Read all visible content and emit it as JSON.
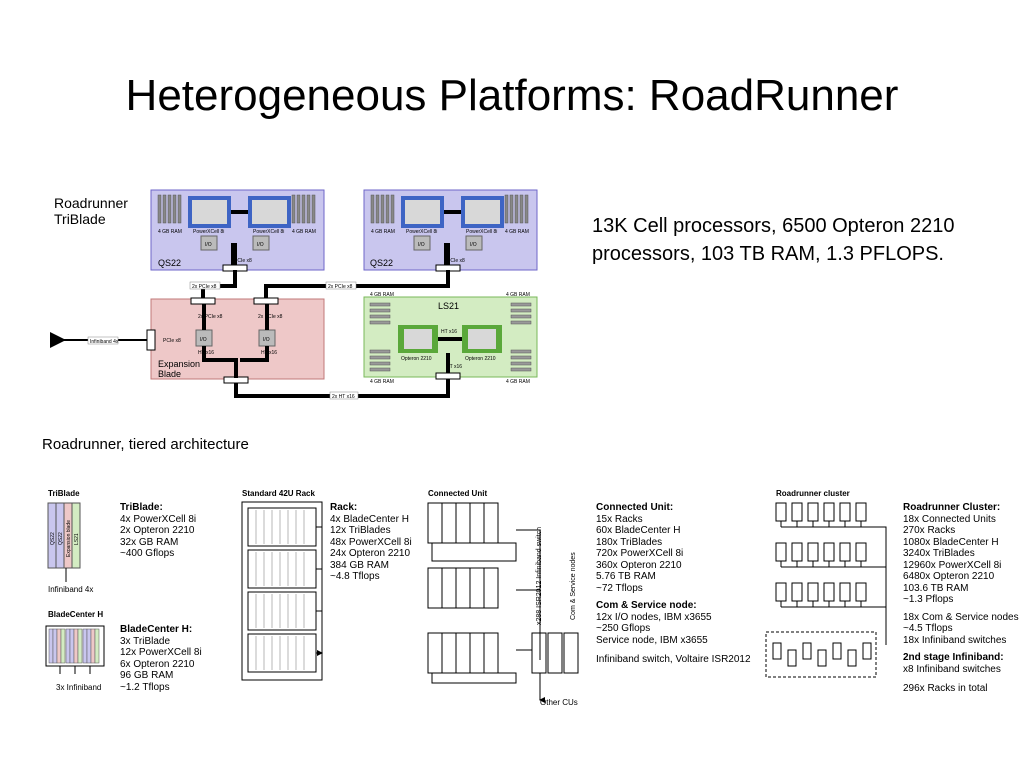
{
  "slide": {
    "title": "Heterogeneous Platforms: RoadRunner",
    "summary": "13K Cell processors, 6500 Opteron 2210 processors, 103 TB RAM, 1.3 PFLOPS."
  },
  "triblade_diagram": {
    "title_line1": "Roadrunner",
    "title_line2": "TriBlade",
    "qs22_label": "QS22",
    "ls21_label": "LS21",
    "expansion_line1": "Expansion",
    "expansion_line2": "Blade",
    "ram_4gb": "4 GB RAM",
    "powerxcell": "PowerXCell 8i",
    "io": "I/O",
    "pcie_x8": "PCIe x8",
    "pcie_2x_x8": "2x PCIe x8",
    "ht_x16": "HT x16",
    "ht_2x_x16": "2x HT x16",
    "opteron": "Opteron 2210",
    "infiniband_4x": "Infiniband 4x"
  },
  "tiered": {
    "caption": "Roadrunner, tiered architecture",
    "triblade_icon": {
      "label": "TriBlade",
      "slot_labels": [
        "QS22",
        "QS22",
        "Expansion blade",
        "LS21"
      ],
      "footer": "Infiniband 4x"
    },
    "triblade_spec": {
      "heading": "TriBlade:",
      "lines": [
        "4x PowerXCell 8i",
        "2x Opteron 2210",
        "32x GB RAM",
        "~400 Gflops"
      ]
    },
    "bladecenter_icon": {
      "label": "BladeCenter H",
      "footer": "3x Infiniband"
    },
    "bladecenter_spec": {
      "heading": "BladeCenter H:",
      "lines": [
        "3x TriBlade",
        "12x PowerXCell 8i",
        "6x Opteron 2210",
        "96 GB RAM",
        "~1.2 Tflops"
      ]
    },
    "rack_icon": {
      "label": "Standard  42U Rack"
    },
    "rack_spec": {
      "heading": "Rack:",
      "lines": [
        "4x BladeCenter H",
        "12x TriBlades",
        "48x PowerXCell 8i",
        "24x Opteron 2210",
        "384 GB RAM",
        "~4.8 Tflops"
      ]
    },
    "cu_icon": {
      "label": "Connected Unit",
      "switch_label": "x288 ISR2012 Infiniband switch",
      "service_label": "Com & Service nodes",
      "other_label": "Other CUs"
    },
    "cu_spec": {
      "heading": "Connected Unit:",
      "lines": [
        "15x Racks",
        "60x BladeCenter H",
        "180x TriBlades",
        "720x PowerXCell 8i",
        "360x Opteron 2210",
        "5.76 TB RAM",
        "~72 Tflops"
      ],
      "heading2": "Com & Service node:",
      "lines2": [
        "12x I/O nodes, IBM x3655",
        "~250 Gflops",
        "Service node, IBM x3655"
      ],
      "footer": "Infiniband switch, Voltaire ISR2012"
    },
    "cluster_icon": {
      "label": "Roadrunner cluster"
    },
    "cluster_spec": {
      "heading": "Roadrunner Cluster:",
      "lines": [
        "18x Connected Units",
        "270x Racks",
        "1080x BladeCenter H",
        "3240x TriBlades",
        "12960x PowerXCell 8i",
        "6480x Opteron 2210",
        "103.6 TB RAM",
        "~1.3 Pflops"
      ],
      "lines2": [
        "18x Com & Service nodes",
        " ~4.5 Tflops",
        "18x Infiniband switches"
      ],
      "heading2": "2nd stage Infiniband:",
      "lines3": [
        "x8 Infiniband switches"
      ],
      "footer": "296x Racks in total"
    }
  },
  "colors": {
    "qs22_fill": "#c9c6ee",
    "qs22_stroke": "#6e66c8",
    "expansion_fill": "#eec8c8",
    "expansion_stroke": "#c07878",
    "ls21_fill": "#d3ecc2",
    "ls21_stroke": "#78b85a",
    "cell_chip": "#3e64c4",
    "opteron_chip": "#5aa83a"
  }
}
